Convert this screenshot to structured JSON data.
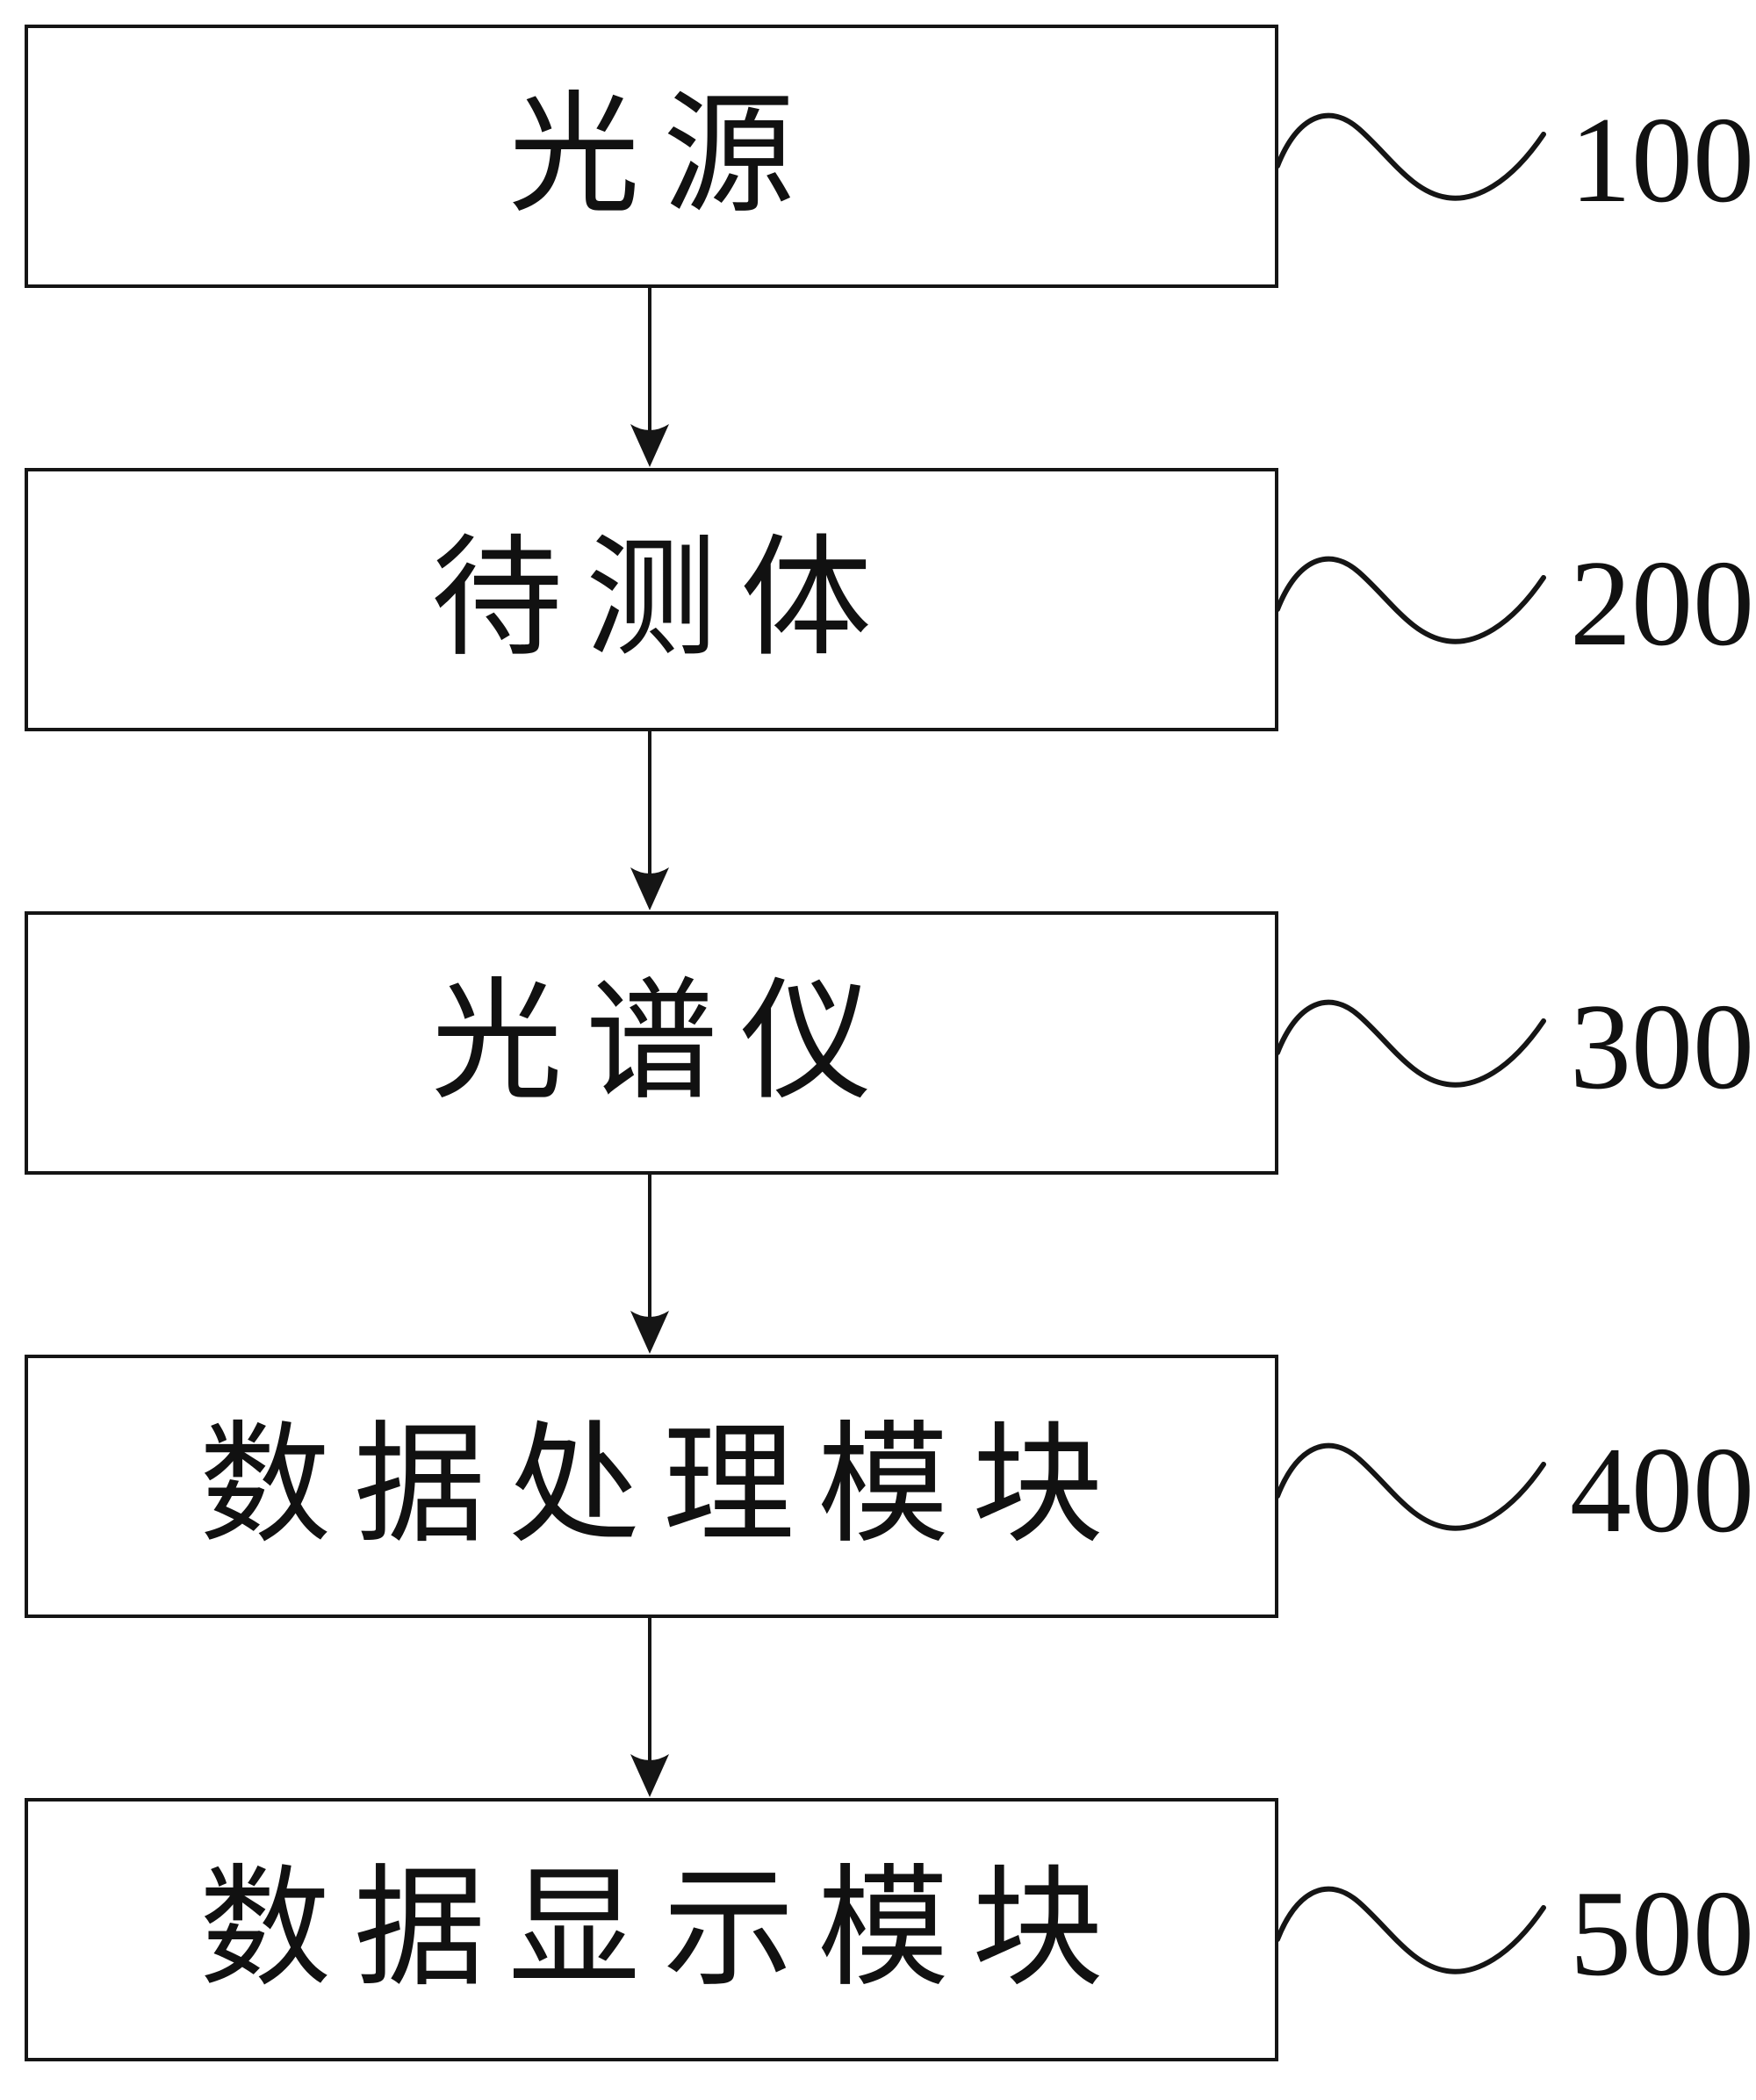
{
  "figure": {
    "type": "block-diagram",
    "direction": "top-down",
    "colors": {
      "line": "#151515",
      "text": "#111111",
      "background": "#ffffff"
    },
    "rows": [
      {
        "label": "光源",
        "ref": "100"
      },
      {
        "label": "待测体",
        "ref": "200"
      },
      {
        "label": "光谱仪",
        "ref": "300"
      },
      {
        "label": "数据处理模块",
        "ref": "400"
      },
      {
        "label": "数据显示模块",
        "ref": "500"
      }
    ]
  }
}
